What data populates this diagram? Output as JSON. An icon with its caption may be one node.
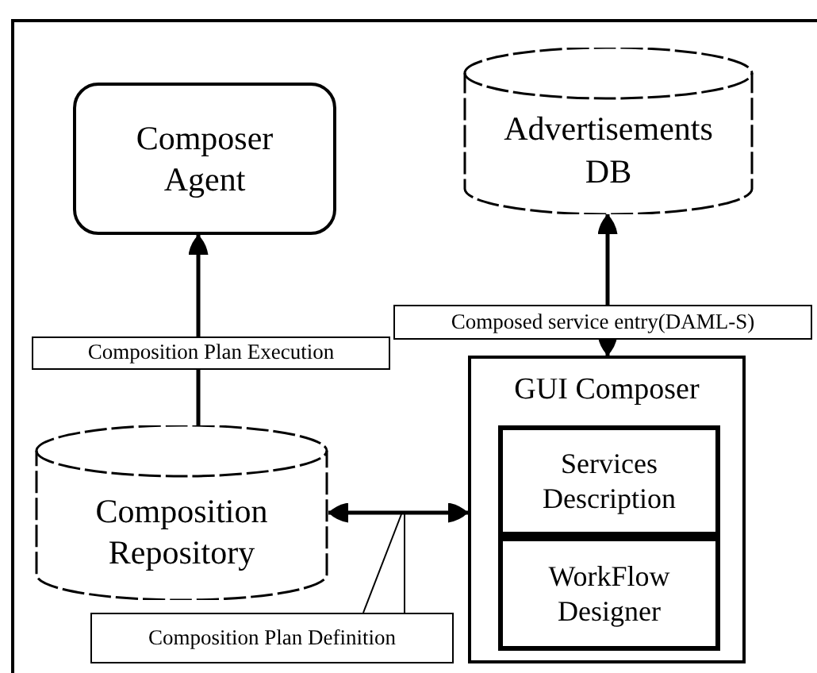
{
  "diagram": {
    "nodes": [
      {
        "text": [
          "Composer Agent"
        ]
      },
      {
        "text": [
          "Advertisements DB"
        ]
      },
      {
        "text": [
          "Composition Repository"
        ]
      },
      {
        "text": [
          "GUI Composer"
        ]
      },
      {
        "text": [
          "Services Description"
        ],
        "in": 3
      },
      {
        "text": [
          "WorkFlow Designer"
        ],
        "in": 3
      },
      {
        "text": [
          "Composition Plan Definition"
        ]
      }
    ],
    "edges": [
      {
        "from": 2,
        "to": 0,
        "arrow": "to",
        "label": "Composition Plan Execution"
      },
      {
        "from": 3,
        "to": 1,
        "arrow": "both",
        "label": "Composed service entry(DAML-S)"
      },
      {
        "from": 2,
        "to": 3,
        "arrow": "both"
      },
      {
        "from": 6,
        "to": null,
        "arrow": "none"
      },
      {
        "from": 6,
        "to": null,
        "arrow": "none"
      }
    ]
  }
}
